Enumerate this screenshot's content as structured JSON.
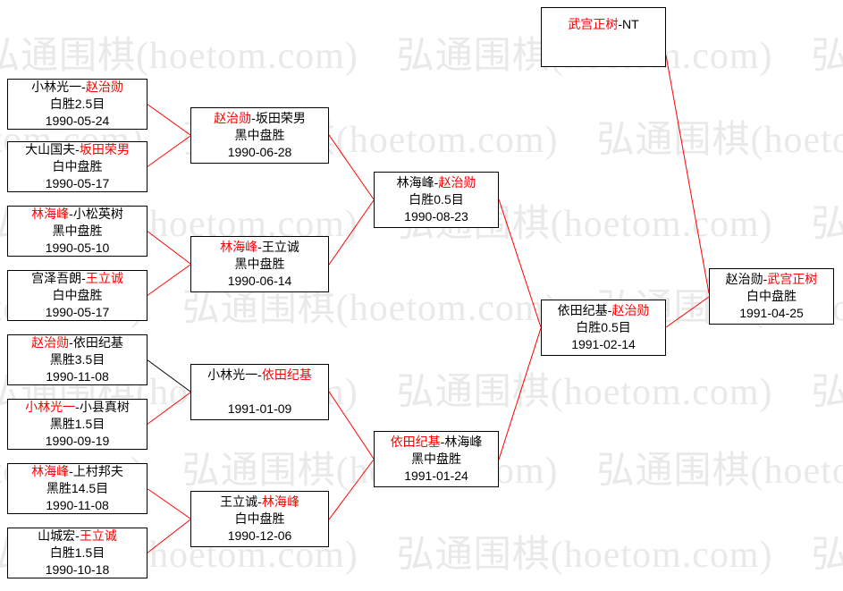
{
  "watermark": {
    "text": "弘通围棋(hoetom.com)",
    "color": "#e9e9e9",
    "rows": 7
  },
  "separator": "-",
  "colors": {
    "winner_red": "#ff0000",
    "connector_red": "#ff0000",
    "connector_black": "#000000"
  },
  "matches": {
    "r1m1": {
      "p1": "小林光一",
      "p2": "赵治勋",
      "winner": 2,
      "result": "白胜2.5目",
      "date": "1990-05-24"
    },
    "r1m2": {
      "p1": "大山国夫",
      "p2": "坂田荣男",
      "winner": 2,
      "result": "白中盘胜",
      "date": "1990-05-17"
    },
    "r1m3": {
      "p1": "林海峰",
      "p2": "小松英树",
      "winner": 1,
      "result": "黑中盘胜",
      "date": "1990-05-10"
    },
    "r1m4": {
      "p1": "宫泽吾朗",
      "p2": "王立诚",
      "winner": 2,
      "result": "白中盘胜",
      "date": "1990-05-17"
    },
    "r1m5": {
      "p1": "赵治勋",
      "p2": "依田纪基",
      "winner": 1,
      "result": "黑胜3.5目",
      "date": "1990-11-08"
    },
    "r1m6": {
      "p1": "小林光一",
      "p2": "小县真树",
      "winner": 1,
      "result": "黑胜1.5目",
      "date": "1990-09-19"
    },
    "r1m7": {
      "p1": "林海峰",
      "p2": "上村邦夫",
      "winner": 1,
      "result": "黑胜14.5目",
      "date": "1990-11-08"
    },
    "r1m8": {
      "p1": "山城宏",
      "p2": "王立诚",
      "winner": 2,
      "result": "白胜1.5目",
      "date": "1990-10-18"
    },
    "r2m1": {
      "p1": "赵治勋",
      "p2": "坂田荣男",
      "winner": 1,
      "result": "黑中盘胜",
      "date": "1990-06-28"
    },
    "r2m2": {
      "p1": "林海峰",
      "p2": "王立诚",
      "winner": 1,
      "result": "黑中盘胜",
      "date": "1990-06-14"
    },
    "r2m3": {
      "p1": "小林光一",
      "p2": "依田纪基",
      "winner": 2,
      "result": "",
      "date": "1991-01-09"
    },
    "r2m4": {
      "p1": "王立诚",
      "p2": "林海峰",
      "winner": 2,
      "result": "白中盘胜",
      "date": "1990-12-06"
    },
    "r3m1": {
      "p1": "林海峰",
      "p2": "赵治勋",
      "winner": 2,
      "result": "白胜0.5目",
      "date": "1990-08-23"
    },
    "r3m2": {
      "p1": "依田纪基",
      "p2": "林海峰",
      "winner": 1,
      "result": "黑中盘胜",
      "date": "1991-01-24"
    },
    "r4m1": {
      "p1": "依田纪基",
      "p2": "赵治勋",
      "winner": 2,
      "result": "白胜0.5目",
      "date": "1991-02-14"
    },
    "seed": {
      "p1": "武宫正树",
      "p2": "NT",
      "winner": 1,
      "result": "",
      "date": ""
    },
    "final": {
      "p1": "赵治勋",
      "p2": "武宫正树",
      "winner": 2,
      "result": "白中盘胜",
      "date": "1991-04-25"
    }
  }
}
